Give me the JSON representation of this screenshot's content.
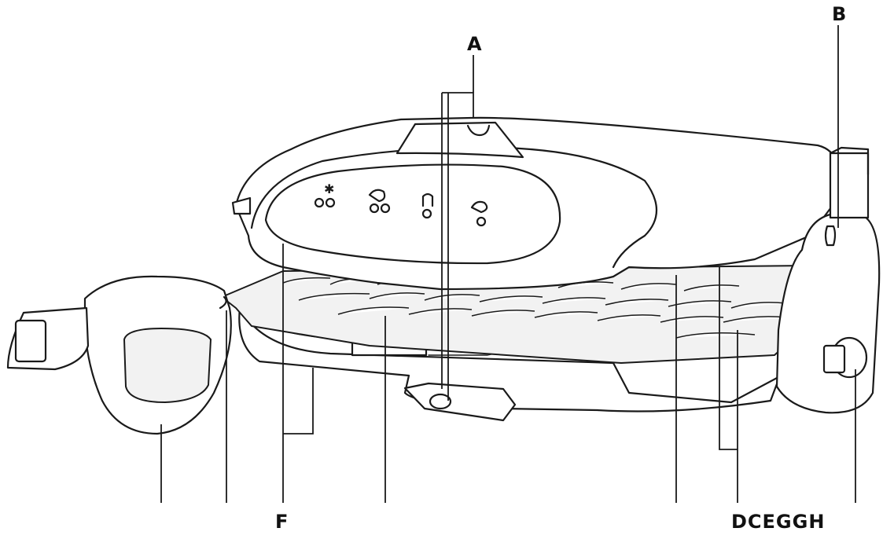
{
  "figure": {
    "labels": {
      "a": "A",
      "b": "B",
      "f": "F",
      "bottom_right": "DCEGGH"
    },
    "control_panel_icons": [
      "snowflake-icon",
      "steak-icon",
      "bread-icon",
      "chicken-icon"
    ]
  }
}
